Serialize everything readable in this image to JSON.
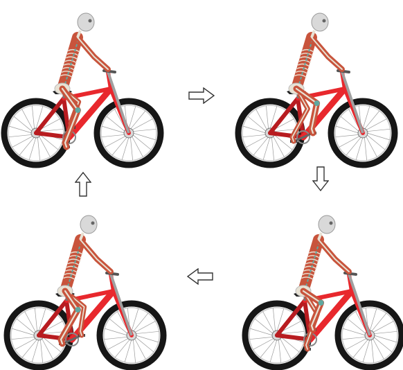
{
  "figure": {
    "frames": [
      {
        "id": "top-left",
        "phase": 1
      },
      {
        "id": "top-right",
        "phase": 2
      },
      {
        "id": "bottom-right",
        "phase": 3
      },
      {
        "id": "bottom-left",
        "phase": 4
      }
    ],
    "arrows": [
      {
        "direction": "right"
      },
      {
        "direction": "down"
      },
      {
        "direction": "left"
      },
      {
        "direction": "up"
      }
    ],
    "colors": {
      "frame": "#e8282d",
      "frame_dark": "#b81c20",
      "tire": "#161616",
      "rim": "#c9c9c9",
      "spoke": "#9a9a9a",
      "bone": "#e8e2d4",
      "muscle": "#c8543c",
      "tendon": "#5fa8a0",
      "arrow_stroke": "#333333"
    },
    "icons": {
      "frame_subject": "musculoskeletal-cyclist-on-mountain-bike",
      "arrow_right": "arrow-right-icon",
      "arrow_down": "arrow-down-icon",
      "arrow_left": "arrow-left-icon",
      "arrow_up": "arrow-up-icon"
    }
  }
}
